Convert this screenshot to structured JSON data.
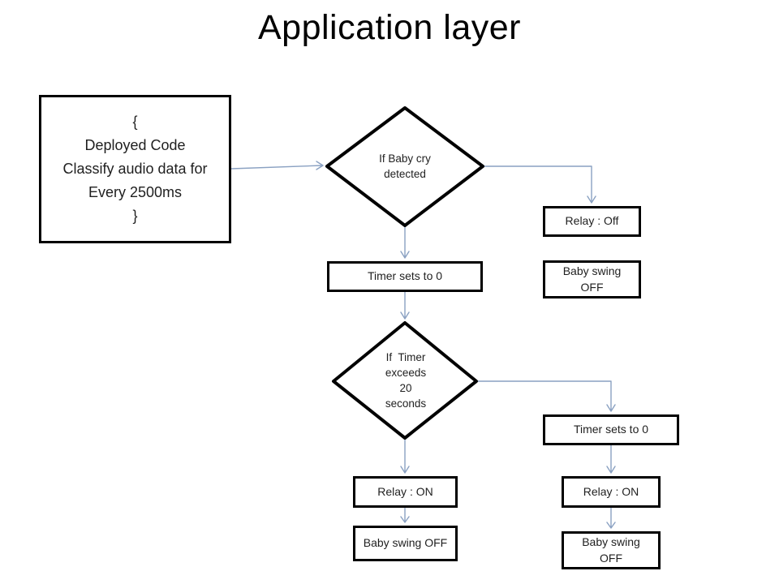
{
  "title": "Application layer",
  "colors": {
    "background": "#ffffff",
    "shape_border": "#000000",
    "shape_fill": "#ffffff",
    "connector": "#8aa1c2",
    "text": "#1f1f1f"
  },
  "nodes": {
    "deployed_code": {
      "label": "{\nDeployed Code\nClassify audio data for\nEvery 2500ms\n}"
    },
    "decision_baby_cry": {
      "label": "If Baby cry\ndetected"
    },
    "relay_off": {
      "label": "Relay : Off"
    },
    "baby_swing_off_1": {
      "label": "Baby swing\nOFF"
    },
    "timer_reset_1": {
      "label": "Timer sets to 0"
    },
    "decision_timer": {
      "label": "If  Timer\nexceeds\n20\nseconds"
    },
    "relay_on_1": {
      "label": "Relay : ON"
    },
    "baby_swing_off_2": {
      "label": "Baby swing OFF"
    },
    "timer_reset_2": {
      "label": "Timer sets to 0"
    },
    "relay_on_2": {
      "label": "Relay : ON"
    },
    "baby_swing_off_3": {
      "label": "Baby swing\nOFF"
    }
  },
  "edges": [
    {
      "from": "deployed_code",
      "to": "decision_baby_cry"
    },
    {
      "from": "decision_baby_cry",
      "to": "relay_off"
    },
    {
      "from": "decision_baby_cry",
      "to": "timer_reset_1"
    },
    {
      "from": "timer_reset_1",
      "to": "decision_timer"
    },
    {
      "from": "decision_timer",
      "to": "timer_reset_2"
    },
    {
      "from": "decision_timer",
      "to": "relay_on_1"
    },
    {
      "from": "relay_on_1",
      "to": "baby_swing_off_2"
    },
    {
      "from": "timer_reset_2",
      "to": "relay_on_2"
    },
    {
      "from": "relay_on_2",
      "to": "baby_swing_off_3"
    }
  ]
}
